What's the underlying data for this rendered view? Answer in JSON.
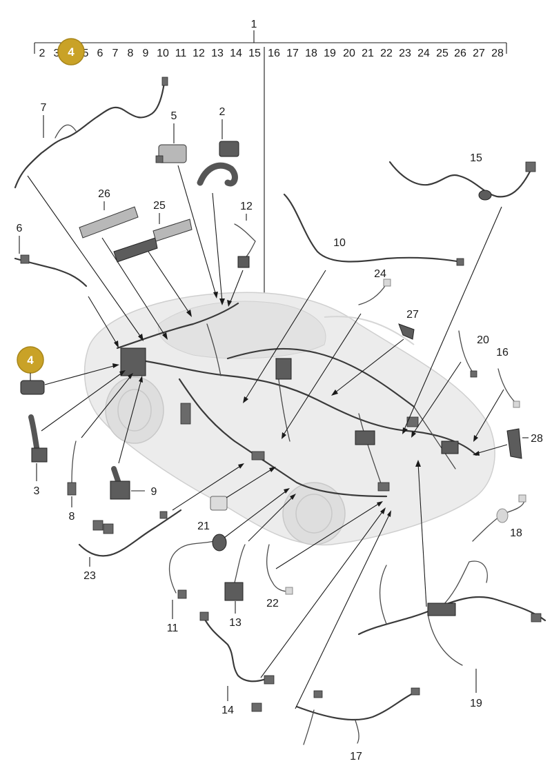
{
  "ruler": {
    "main_label": "1",
    "numbers": [
      "2",
      "3",
      "4",
      "5",
      "6",
      "7",
      "8",
      "9",
      "10",
      "11",
      "12",
      "13",
      "14",
      "15",
      "16",
      "17",
      "18",
      "19",
      "20",
      "21",
      "22",
      "23",
      "24",
      "25",
      "26",
      "27",
      "28"
    ],
    "highlighted": "4"
  },
  "badge": {
    "label": "4",
    "color": "#c9a227"
  },
  "callouts": {
    "c2": "2",
    "c3": "3",
    "c5": "5",
    "c6": "6",
    "c7": "7",
    "c8": "8",
    "c9": "9",
    "c10": "10",
    "c11": "11",
    "c12": "12",
    "c13": "13",
    "c14": "14",
    "c15": "15",
    "c16": "16",
    "c17": "17",
    "c18": "18",
    "c19": "19",
    "c20": "20",
    "c21": "21",
    "c22": "22",
    "c23": "23",
    "c24": "24",
    "c25": "25",
    "c26": "26",
    "c27": "27",
    "c28": "28"
  },
  "colors": {
    "accent": "#c9a227",
    "line": "#1a1a1a",
    "car": "#ececec"
  }
}
